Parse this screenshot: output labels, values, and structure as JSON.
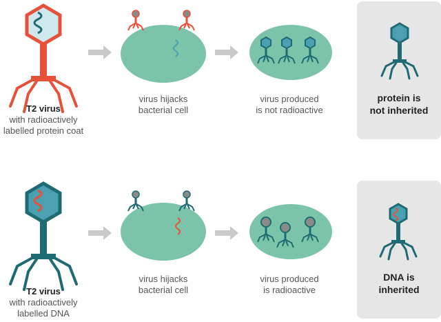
{
  "rows": [
    {
      "virus_caption": [
        "T2 virus",
        "with radioactively",
        "labelled protein coat"
      ],
      "step2_caption": [
        "virus hijacks",
        "bacterial cell"
      ],
      "step3_caption": [
        "virus produced",
        "is not radioactive"
      ],
      "result": [
        "protein is",
        "not inherited"
      ]
    },
    {
      "virus_caption": [
        "T2 virus",
        "with radioactively",
        "labelled DNA"
      ],
      "step2_caption": [
        "virus hijacks",
        "bacterial cell"
      ],
      "step3_caption": [
        "virus produced",
        "is radioactive"
      ],
      "result": [
        "DNA is",
        "inherited"
      ]
    }
  ],
  "colors": {
    "radioactive": "#e8503a",
    "virus": "#1f6b73",
    "virus_head": "#4a9fb0",
    "bacterium": "#7cc4a9",
    "arrow": "#c9c9c9",
    "panel": "#e6e6e6"
  }
}
